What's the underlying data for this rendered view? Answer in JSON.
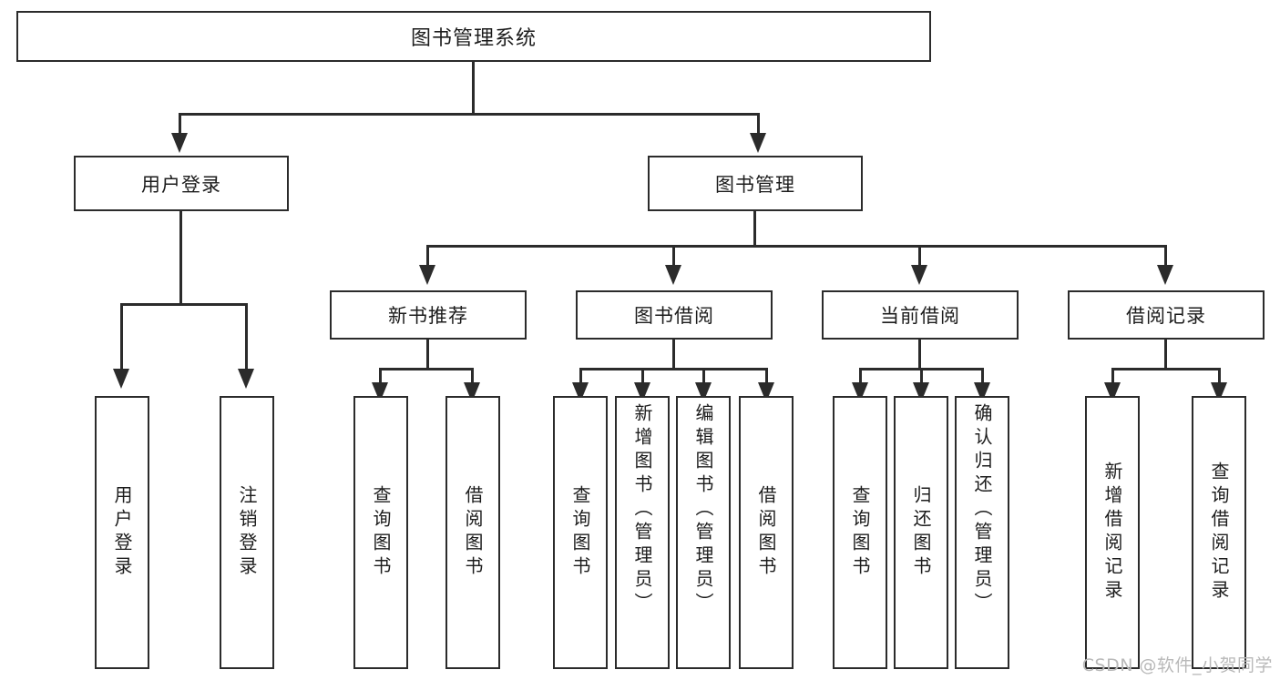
{
  "diagram": {
    "title": "图书管理系统",
    "type": "tree",
    "root": {
      "label": "图书管理系统"
    },
    "level2": [
      {
        "label": "用户登录"
      },
      {
        "label": "图书管理"
      }
    ],
    "level3": [
      {
        "label": "新书推荐"
      },
      {
        "label": "图书借阅"
      },
      {
        "label": "当前借阅"
      },
      {
        "label": "借阅记录"
      }
    ],
    "leaves": {
      "user_login": [
        {
          "label": "用户登录"
        },
        {
          "label": "注销登录"
        }
      ],
      "new_book_recommend": [
        {
          "label": "查询图书"
        },
        {
          "label": "借阅图书"
        }
      ],
      "book_borrow": [
        {
          "label": "查询图书"
        },
        {
          "label": "新增图书（管理员）"
        },
        {
          "label": "编辑图书（管理员）"
        },
        {
          "label": "借阅图书"
        }
      ],
      "current_borrow": [
        {
          "label": "查询图书"
        },
        {
          "label": "归还图书"
        },
        {
          "label": "确认归还（管理员）"
        }
      ],
      "borrow_record": [
        {
          "label": "新增借阅记录"
        },
        {
          "label": "查询借阅记录"
        }
      ]
    }
  },
  "watermark": {
    "text": "CSDN @软件_小贺同学"
  },
  "colors": {
    "stroke": "#2b2b2b",
    "background": "#ffffff",
    "text": "#1c1c1c",
    "watermark": "#b9b9b9"
  }
}
